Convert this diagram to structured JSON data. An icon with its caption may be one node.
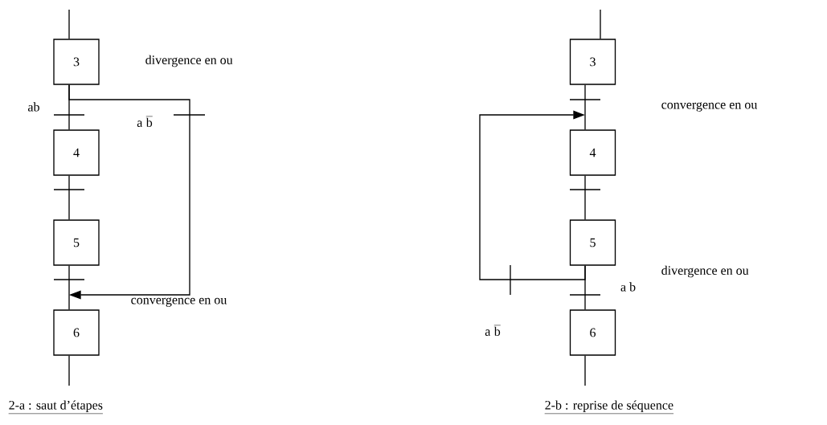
{
  "diagram": {
    "nodes": [
      {
        "text": [
          "3"
        ]
      },
      {
        "text": [
          "4"
        ]
      },
      {
        "text": [
          "5"
        ]
      },
      {
        "text": [
          "6"
        ]
      },
      {
        "text": [
          "3"
        ]
      },
      {
        "text": [
          "4"
        ]
      },
      {
        "text": [
          "5"
        ]
      },
      {
        "text": [
          "6"
        ]
      }
    ],
    "edges": [
      {
        "from": null,
        "to": 0,
        "arrow": "none"
      },
      {
        "from": 0,
        "to": 1,
        "arrow": "none",
        "label": "ab"
      },
      {
        "from": 1,
        "to": 2,
        "arrow": "none"
      },
      {
        "from": 2,
        "to": 3,
        "arrow": "none"
      },
      {
        "from": 3,
        "to": null,
        "arrow": "none"
      },
      {
        "from": 0,
        "to": 3,
        "arrow": "to",
        "label": "\\mathrm{a}\\;\\overline{\\mathrm{b}}"
      },
      {
        "from": null,
        "to": 4,
        "arrow": "none"
      },
      {
        "from": 4,
        "to": 5,
        "arrow": "none"
      },
      {
        "from": 5,
        "to": 6,
        "arrow": "none"
      },
      {
        "from": 6,
        "to": 7,
        "arrow": "none",
        "label": "a b"
      },
      {
        "from": 7,
        "to": null,
        "arrow": "none"
      },
      {
        "from": 6,
        "to": 5,
        "arrow": "to",
        "label": "\\mathrm{a}\\;\\overline{\\mathrm{b}}"
      }
    ],
    "labels": [
      "divergence en ou",
      "convergence en ou",
      "2-a : saut d’étapes",
      "convergence en ou",
      "divergence en ou",
      "2-b : reprise de séquence"
    ]
  }
}
